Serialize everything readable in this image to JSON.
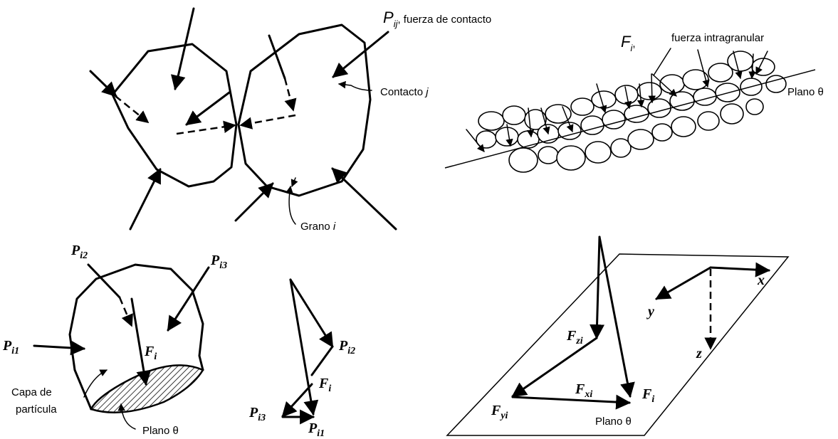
{
  "top_left": {
    "contact_force_symbol": "P",
    "contact_force_subscript": "ij",
    "contact_force_text": ", fuerza de contacto",
    "contact_label": "Contacto ",
    "contact_label_var": "j",
    "grain_label": "Grano ",
    "grain_label_var": "i"
  },
  "top_right": {
    "intragranular_symbol": "F",
    "intragranular_subscript": "i",
    "intragranular_comma": ",",
    "intragranular_text": "fuerza intragranular",
    "plane_label": "Plano θ"
  },
  "bottom_left": {
    "p_i1": {
      "base": "P",
      "sub": "i1"
    },
    "p_i2": {
      "base": "P",
      "sub": "i2"
    },
    "p_i3": {
      "base": "P",
      "sub": "i3"
    },
    "f_i": {
      "base": "F",
      "sub": "i"
    },
    "layer_label_line1": "Capa de",
    "layer_label_line2": "partícula",
    "plane_label": "Plano θ"
  },
  "bottom_middle": {
    "p_i2": {
      "base": "P",
      "sub": "i2"
    },
    "f_i": {
      "base": "F",
      "sub": "i"
    },
    "p_i3": {
      "base": "P",
      "sub": "i3"
    },
    "p_i1": {
      "base": "P",
      "sub": "i1"
    }
  },
  "bottom_right": {
    "axis_x": "x",
    "axis_y": "y",
    "axis_z": "z",
    "f_zi": {
      "base": "F",
      "sub": "zi"
    },
    "f_xi": {
      "base": "F",
      "sub": "xi"
    },
    "f_yi": {
      "base": "F",
      "sub": "yi"
    },
    "f_i": {
      "base": "F",
      "sub": "i"
    },
    "plane_label": "Plano θ"
  }
}
